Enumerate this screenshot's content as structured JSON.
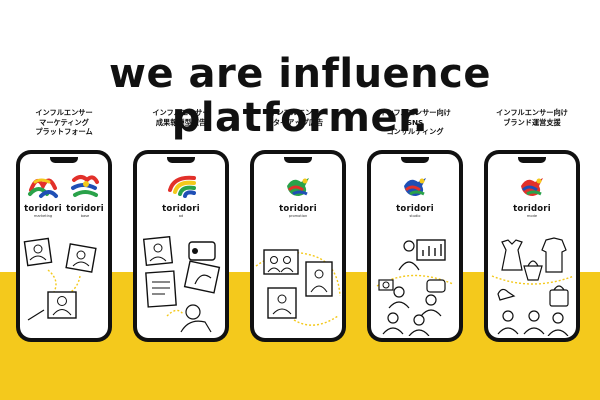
{
  "headline": "we are influence platformer.",
  "brand_name": "toridori",
  "colors": {
    "accent_yellow": "#f4c91c",
    "dark": "#111111",
    "red": "#e2302a",
    "green": "#2aa24a",
    "blue": "#1f4fb5"
  },
  "services": [
    {
      "label_lines": [
        "インフルエンサー",
        "マーケティング",
        "プラットフォーム"
      ],
      "logos": [
        {
          "name": "toridori",
          "sub": "marketing"
        },
        {
          "name": "toridori",
          "sub": "base"
        }
      ],
      "illustration_icon": "photo-frames-icon"
    },
    {
      "label_lines": [
        "インフルエンサー",
        "成果報酬型広告"
      ],
      "logos": [
        {
          "name": "toridori",
          "sub": "ad"
        }
      ],
      "illustration_icon": "photo-hand-icon"
    },
    {
      "label_lines": [
        "インフルエンサー",
        "タイアップ広告"
      ],
      "logos": [
        {
          "name": "toridori",
          "sub": "promotion"
        }
      ],
      "illustration_icon": "tieup-photos-icon"
    },
    {
      "label_lines": [
        "インフルエンサー向け",
        "SNS",
        "コンサルティング"
      ],
      "logos": [
        {
          "name": "toridori",
          "sub": "studio"
        }
      ],
      "illustration_icon": "consulting-people-icon"
    },
    {
      "label_lines": [
        "インフルエンサー向け",
        "ブランド運営支援"
      ],
      "logos": [
        {
          "name": "toridori",
          "sub": "mode"
        }
      ],
      "illustration_icon": "fashion-items-icon"
    }
  ]
}
